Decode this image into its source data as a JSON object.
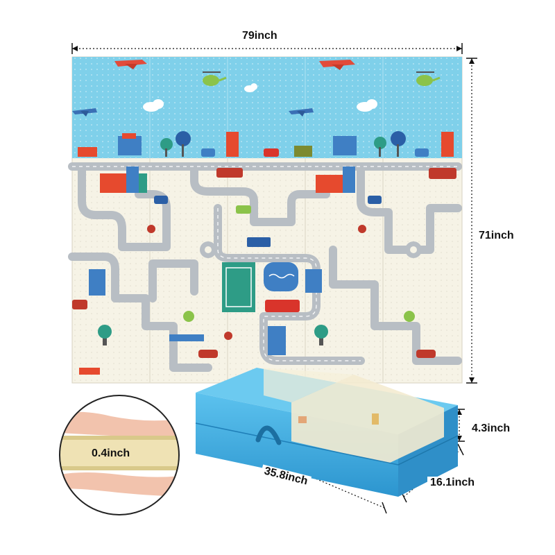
{
  "dimensions": {
    "width_label": "79inch",
    "height_label": "71inch",
    "thickness_label": "0.4inch",
    "folded_length_label": "35.8inch",
    "folded_depth_label": "16.1inch",
    "folded_height_label": "4.3inch"
  },
  "colors": {
    "sky": "#7fd0ea",
    "mat_base": "#f6f3e6",
    "road": "#b8bec4",
    "bag": "#39a8de",
    "foam": "#efe2b4"
  }
}
